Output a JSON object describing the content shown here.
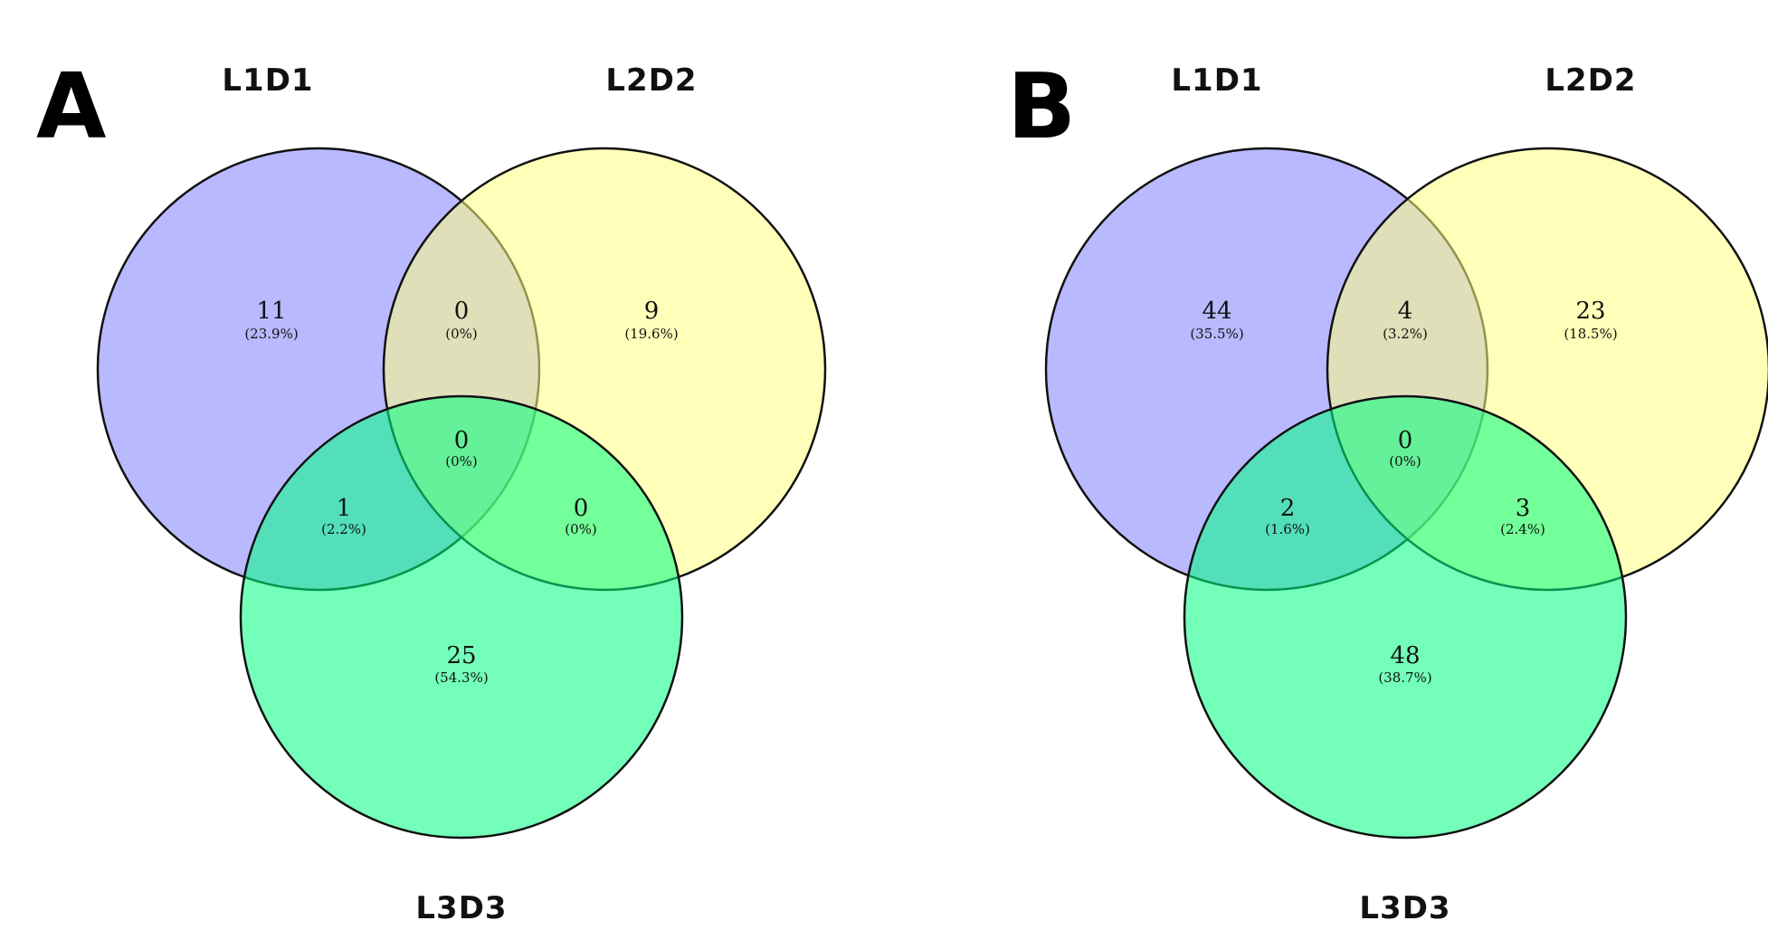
{
  "figure": {
    "panels": [
      {
        "letter": "A",
        "sets": {
          "set1": "L1D1",
          "set2": "L2D2",
          "set3": "L3D3"
        },
        "regions": {
          "only1": {
            "count": "11",
            "pct": "(23.9%)"
          },
          "only2": {
            "count": "9",
            "pct": "(19.6%)"
          },
          "only3": {
            "count": "25",
            "pct": "(54.3%)"
          },
          "s12": {
            "count": "0",
            "pct": "(0%)"
          },
          "s13": {
            "count": "1",
            "pct": "(2.2%)"
          },
          "s23": {
            "count": "0",
            "pct": "(0%)"
          },
          "s123": {
            "count": "0",
            "pct": "(0%)"
          }
        }
      },
      {
        "letter": "B",
        "sets": {
          "set1": "L1D1",
          "set2": "L2D2",
          "set3": "L3D3"
        },
        "regions": {
          "only1": {
            "count": "44",
            "pct": "(35.5%)"
          },
          "only2": {
            "count": "23",
            "pct": "(18.5%)"
          },
          "only3": {
            "count": "48",
            "pct": "(38.7%)"
          },
          "s12": {
            "count": "4",
            "pct": "(3.2%)"
          },
          "s13": {
            "count": "2",
            "pct": "(1.6%)"
          },
          "s23": {
            "count": "3",
            "pct": "(2.4%)"
          },
          "s123": {
            "count": "0",
            "pct": "(0%)"
          }
        }
      }
    ],
    "colors": {
      "set1": "#8080ff",
      "set2": "#ffff80",
      "set3": "#00ff80"
    }
  }
}
